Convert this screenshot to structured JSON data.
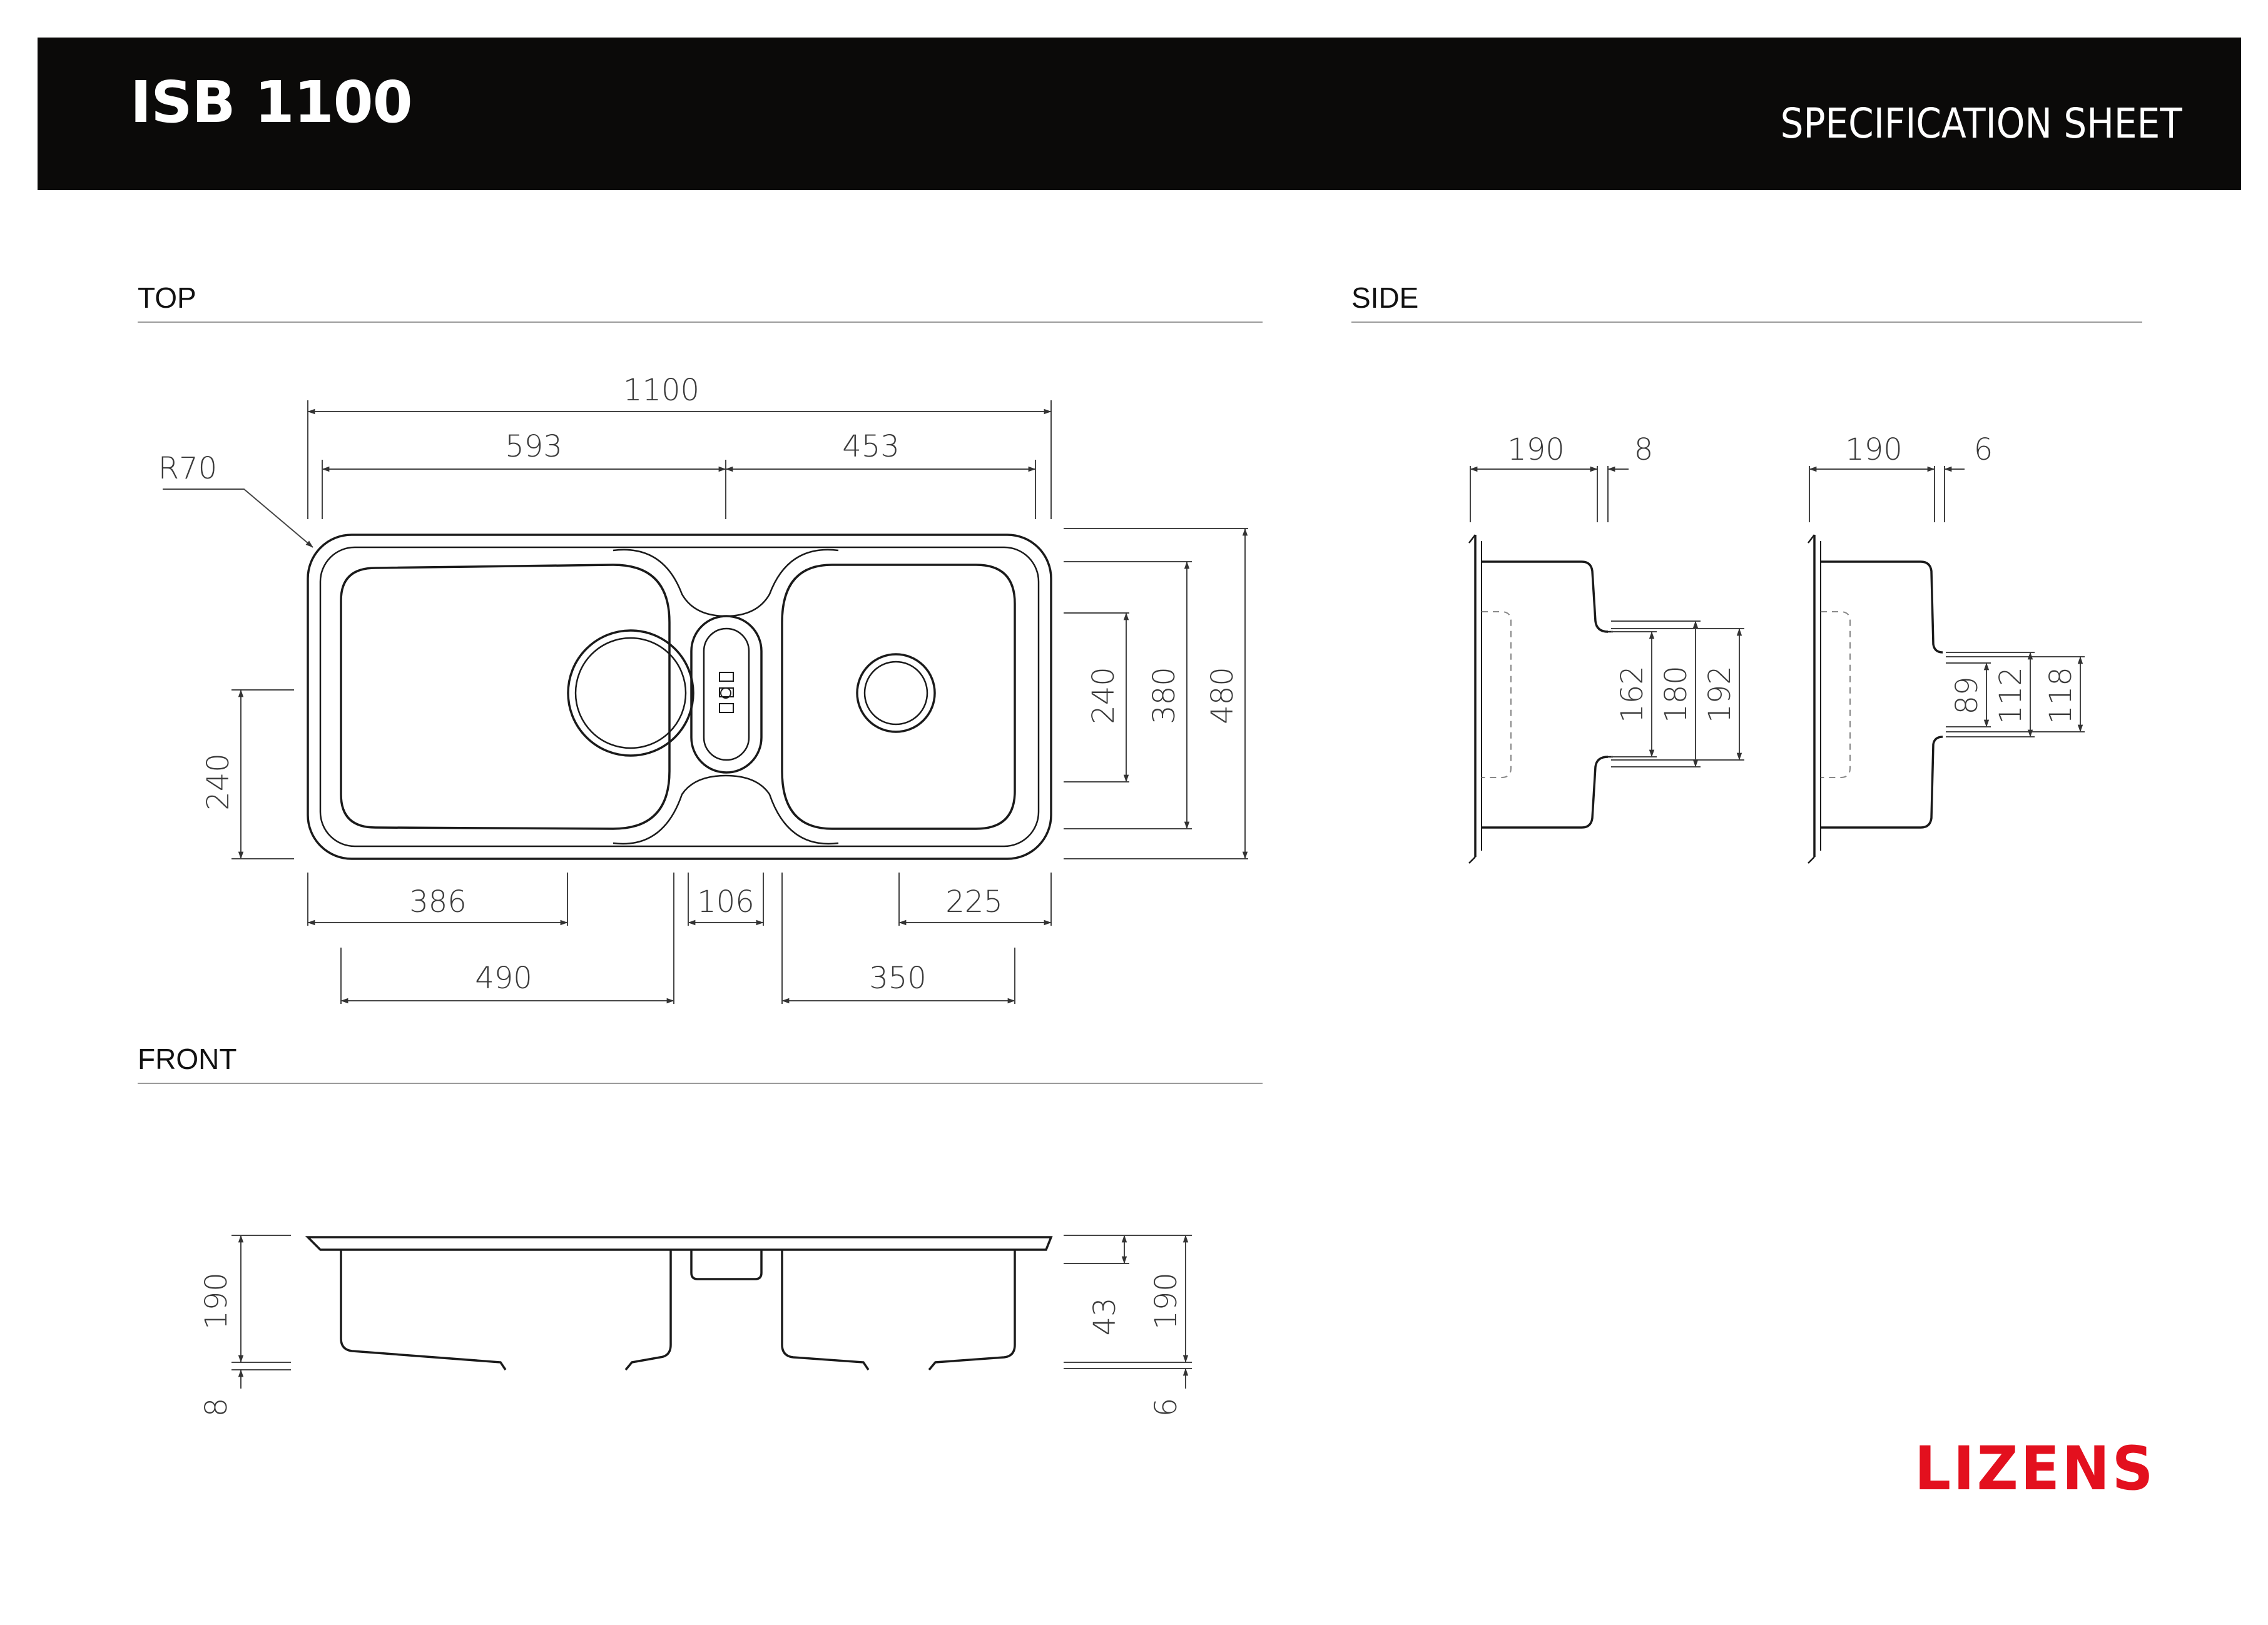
{
  "header": {
    "model": "ISB 1100",
    "sheet_label": "SPECIFICATION SHEET"
  },
  "sections": {
    "top": "TOP",
    "side": "SIDE",
    "front": "FRONT"
  },
  "top_view": {
    "overall_width": "1100",
    "left_bowl_span": "593",
    "right_bowl_span": "453",
    "corner_radius": "R70",
    "left_height": "240",
    "right_bowl_height": "240",
    "right_inner_height": "380",
    "overall_height": "480",
    "left_drain_offset": "386",
    "center_drain_width": "106",
    "right_drain_offset": "225",
    "left_bowl_width": "490",
    "right_bowl_width": "350"
  },
  "side_view": {
    "left_depth": "190",
    "left_lip": "8",
    "left_h1": "162",
    "left_h2": "180",
    "left_h3": "192",
    "right_depth": "190",
    "right_lip": "6",
    "right_h1": "89",
    "right_h2": "112",
    "right_h3": "118"
  },
  "front_view": {
    "left_depth": "190",
    "left_lip": "8",
    "right_overflow": "43",
    "right_depth": "190",
    "right_lip": "6"
  },
  "brand": {
    "name": "LIZENS",
    "color": "#e3101e"
  },
  "colors": {
    "header_bg": "#0b0a09",
    "line": "#1a1a1a"
  }
}
